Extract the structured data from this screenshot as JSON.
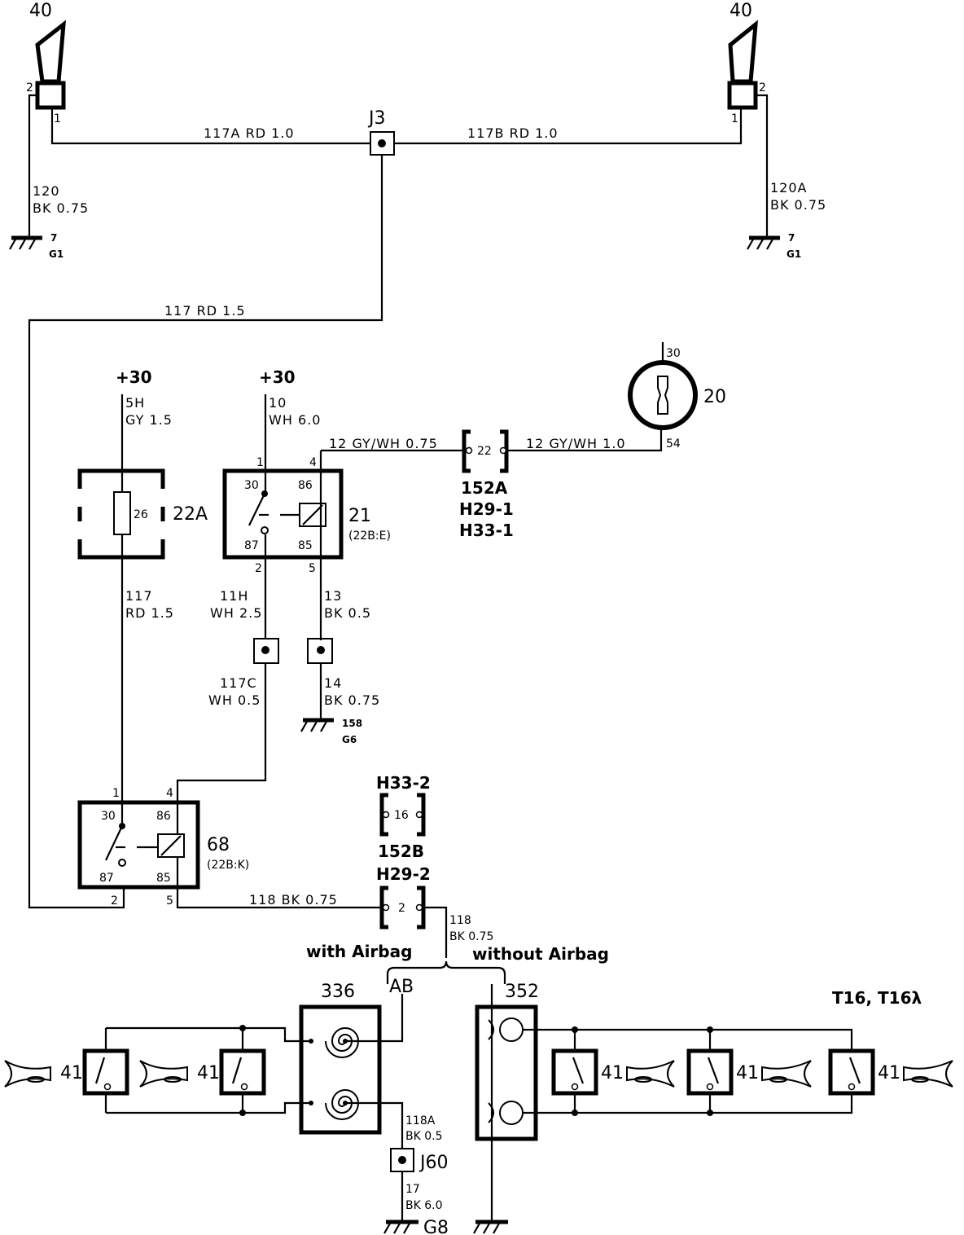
{
  "components": {
    "horn_left": {
      "id": "40",
      "pin_top": "2",
      "pin_bottom": "1"
    },
    "horn_right": {
      "id": "40",
      "pin_top": "2",
      "pin_bottom": "1"
    },
    "junction_j3": "J3",
    "fuse_box": {
      "id": "22A",
      "fuse": "26"
    },
    "relay_21": {
      "id": "21",
      "sub": "(22B:E)",
      "t30": "30",
      "t86": "86",
      "t87": "87",
      "t85": "85",
      "p1": "1",
      "p2": "2",
      "p4": "4",
      "p5": "5"
    },
    "relay_68": {
      "id": "68",
      "sub": "(22B:K)",
      "t30": "30",
      "t86": "86",
      "t87": "87",
      "t85": "85",
      "p1": "1",
      "p2": "2",
      "p4": "4",
      "p5": "5"
    },
    "horn_switch": {
      "id": "20",
      "t30": "30",
      "t54": "54"
    },
    "connector_22": {
      "pin": "22",
      "names": [
        "152A",
        "H29-1",
        "H33-1"
      ]
    },
    "connector_16": {
      "pin": "16",
      "top": "H33-2",
      "bottom": "152B"
    },
    "connector_2": {
      "pin": "2",
      "top": "H29-2"
    },
    "clock_spring": {
      "id": "336",
      "tag": "AB"
    },
    "contact_352": "352",
    "horn_41": "41",
    "junction_j60": "J60"
  },
  "supply": {
    "left": "+30",
    "right": "+30"
  },
  "wires": {
    "w117a": "117A  RD  1.0",
    "w117b": "117B  RD  1.0",
    "w120": [
      "120",
      "BK  0.75"
    ],
    "w120a": [
      "120A",
      "BK  0.75"
    ],
    "w117": "117  RD  1.5",
    "w5h": [
      "5H",
      "GY  1.5"
    ],
    "w10": [
      "10",
      "WH  6.0"
    ],
    "w12a": "12  GY/WH  0.75",
    "w12b": "12  GY/WH  1.0",
    "w117_2": [
      "117",
      "RD  1.5"
    ],
    "w11h": [
      "11H",
      "WH  2.5"
    ],
    "w13": [
      "13",
      "BK  0.5"
    ],
    "w117c": [
      "117C",
      "WH  0.5"
    ],
    "w14": [
      "14",
      "BK  0.75"
    ],
    "w118": "118  BK  0.75",
    "w118b": [
      "118",
      "BK  0.75"
    ],
    "w118a": [
      "118A",
      "BK  0.5"
    ],
    "w17": [
      "17",
      "BK  6.0"
    ]
  },
  "grounds": {
    "g1_left": [
      "7",
      "G1"
    ],
    "g1_right": [
      "7",
      "G1"
    ],
    "g6": [
      "158",
      "G6"
    ],
    "g8": "G8"
  },
  "variants": {
    "with_airbag": "with Airbag",
    "without_airbag": "without Airbag",
    "models": "T16, T16λ"
  }
}
